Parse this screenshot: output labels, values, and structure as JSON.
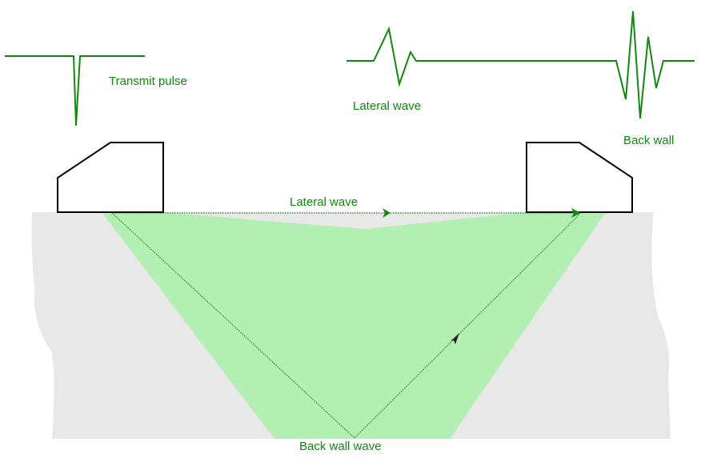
{
  "labels": {
    "transmit_pulse": "Transmit pulse",
    "lateral_wave_signal": "Lateral wave",
    "back_wall_signal": "Back wall",
    "lateral_wave_path": "Lateral wave",
    "back_wall_wave_path": "Back wall wave"
  },
  "colors": {
    "signal": "#118811",
    "specimen": "#e8e8e8",
    "beam": "#b3eeb3",
    "probe_outline": "#000000",
    "ray": "#1a5a1a"
  }
}
